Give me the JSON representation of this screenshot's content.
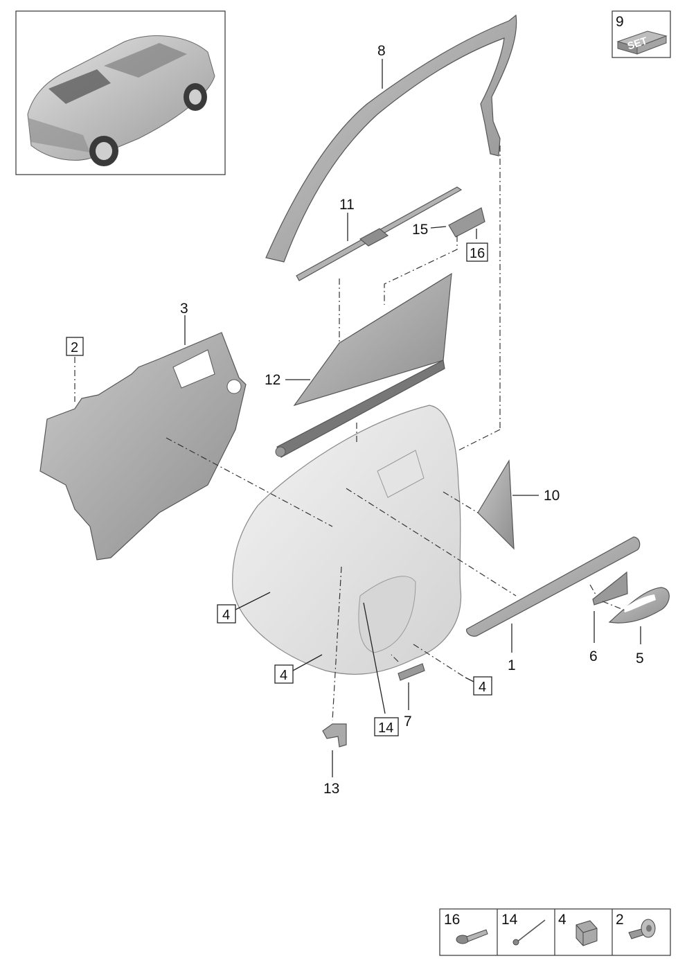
{
  "parts": [
    {
      "id": "p1",
      "label": "1",
      "boxed": false
    },
    {
      "id": "p2",
      "label": "2",
      "boxed": true
    },
    {
      "id": "p3",
      "label": "3",
      "boxed": false
    },
    {
      "id": "p4a",
      "label": "4",
      "boxed": true
    },
    {
      "id": "p4b",
      "label": "4",
      "boxed": true
    },
    {
      "id": "p4c",
      "label": "4",
      "boxed": true
    },
    {
      "id": "p5",
      "label": "5",
      "boxed": false
    },
    {
      "id": "p6",
      "label": "6",
      "boxed": false
    },
    {
      "id": "p7",
      "label": "7",
      "boxed": false
    },
    {
      "id": "p8",
      "label": "8",
      "boxed": false
    },
    {
      "id": "p10",
      "label": "10",
      "boxed": false
    },
    {
      "id": "p11",
      "label": "11",
      "boxed": false
    },
    {
      "id": "p12",
      "label": "12",
      "boxed": false
    },
    {
      "id": "p13",
      "label": "13",
      "boxed": false
    },
    {
      "id": "p14",
      "label": "14",
      "boxed": true
    },
    {
      "id": "p15",
      "label": "15",
      "boxed": false
    },
    {
      "id": "p16",
      "label": "16",
      "boxed": true
    }
  ],
  "set_badge": {
    "number": "9",
    "text": "SET"
  },
  "fastener_legend": [
    {
      "label": "16",
      "icon": "bolt-icon"
    },
    {
      "label": "14",
      "icon": "rivet-pin-icon"
    },
    {
      "label": "4",
      "icon": "clip-nut-icon"
    },
    {
      "label": "2",
      "icon": "expansion-rivet-icon"
    }
  ]
}
